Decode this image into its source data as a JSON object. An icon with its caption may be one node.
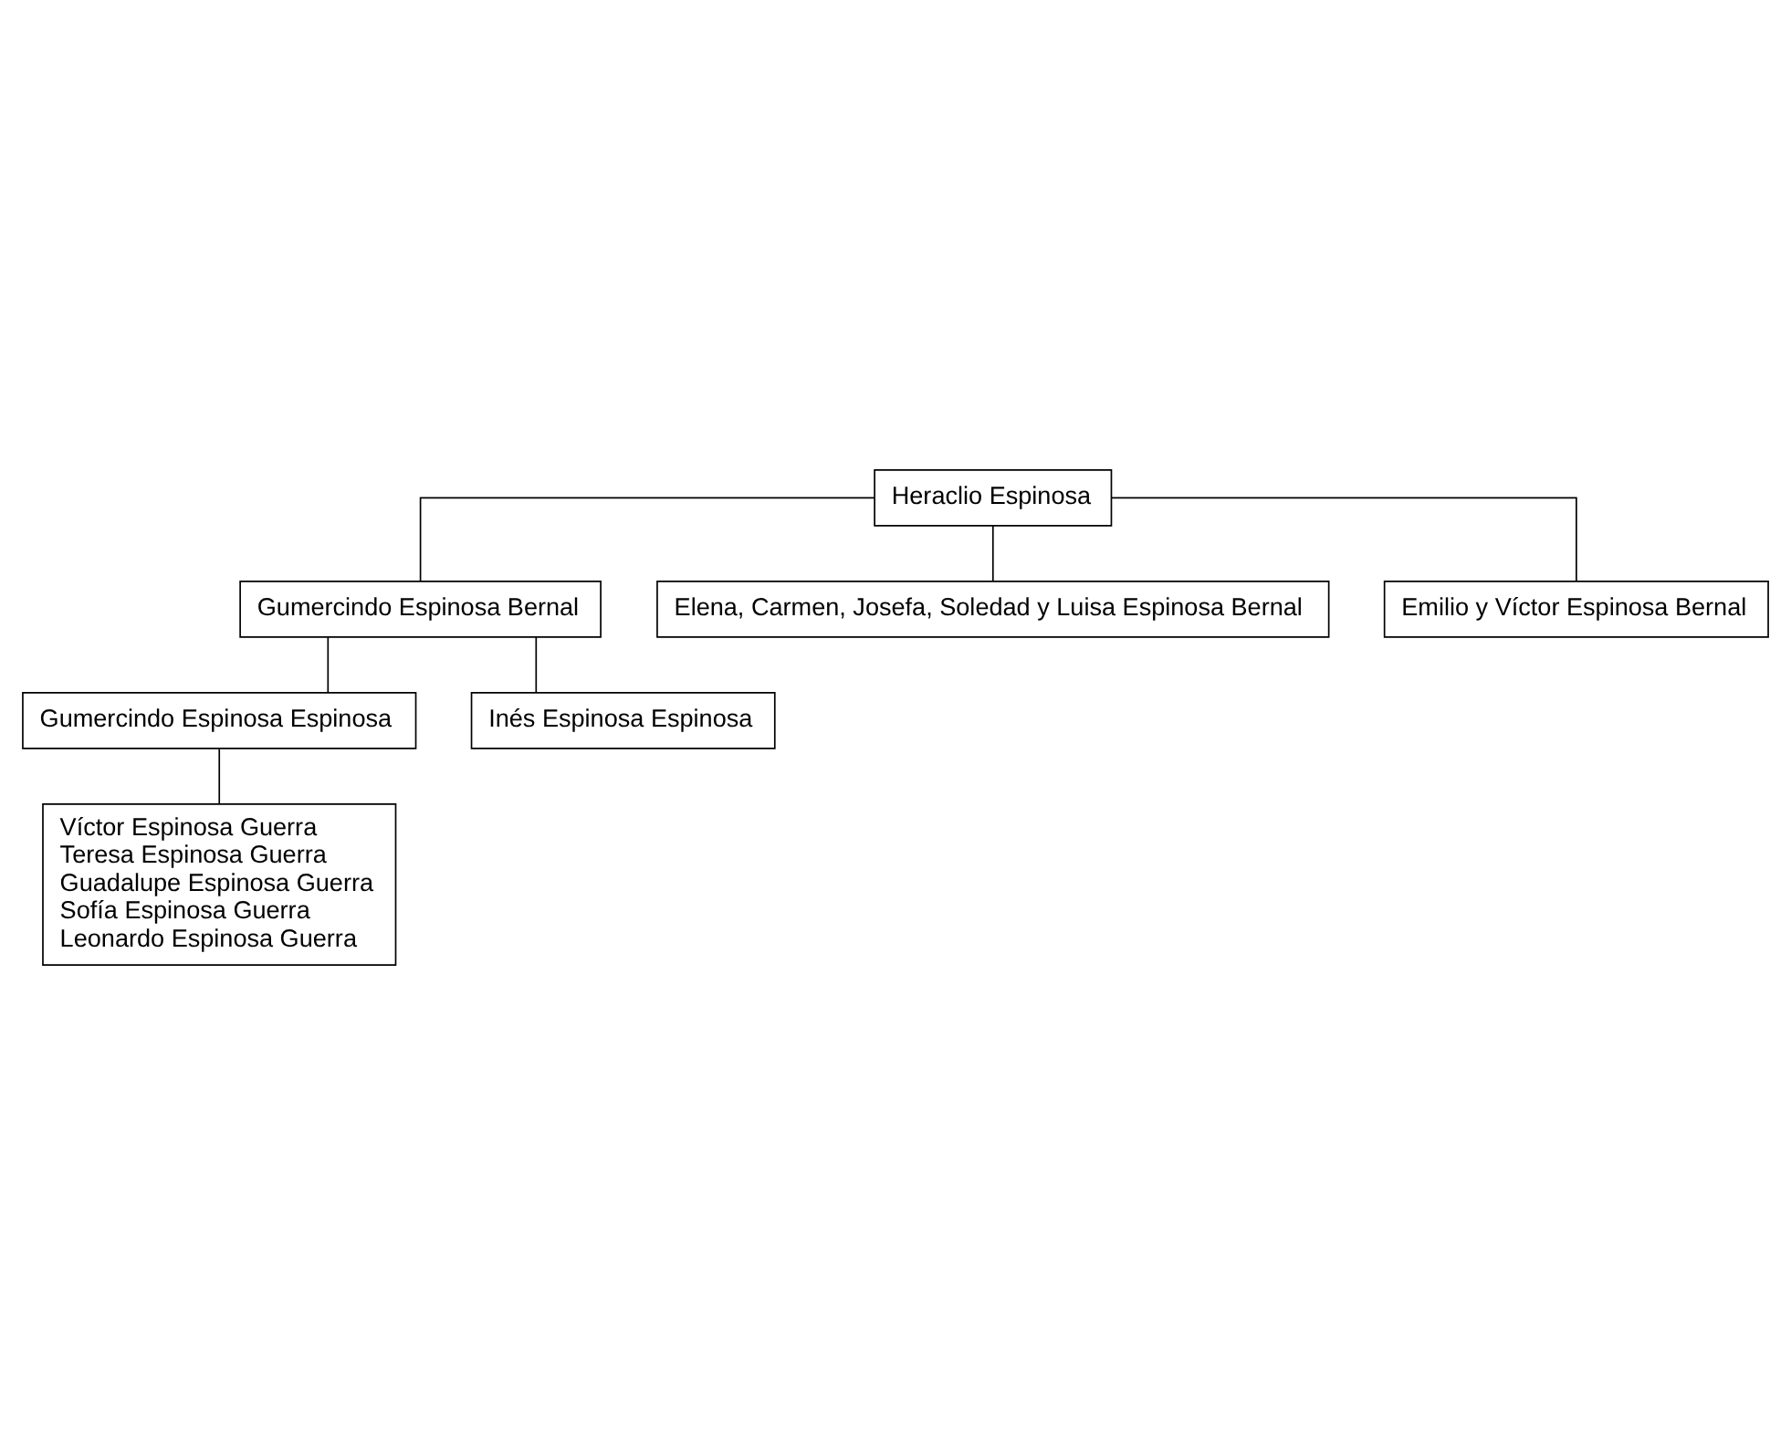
{
  "diagram": {
    "nodes": [
      {
        "text": [
          "Heraclio Espinosa"
        ]
      },
      {
        "text": [
          "Gumercindo Espinosa Bernal"
        ]
      },
      {
        "text": [
          "Elena, Carmen, Josefa, Soledad y Luisa Espinosa Bernal"
        ]
      },
      {
        "text": [
          "Emilio y Víctor Espinosa Bernal"
        ]
      },
      {
        "text": [
          "Gumercindo Espinosa Espinosa"
        ]
      },
      {
        "text": [
          "Inés Espinosa Espinosa"
        ]
      },
      {
        "text": [
          "Víctor Espinosa Guerra",
          "Teresa Espinosa Guerra",
          "Guadalupe Espinosa Guerra",
          "Sofía Espinosa Guerra",
          "Leonardo Espinosa Guerra"
        ]
      }
    ],
    "edges": [
      {
        "from": 0,
        "to": 1,
        "arrow": "none"
      },
      {
        "from": 0,
        "to": 2,
        "arrow": "none"
      },
      {
        "from": 0,
        "to": 3,
        "arrow": "none"
      },
      {
        "from": 1,
        "to": 4,
        "arrow": "none"
      },
      {
        "from": 1,
        "to": 5,
        "arrow": "none"
      },
      {
        "from": 4,
        "to": 6,
        "arrow": "none"
      }
    ]
  }
}
